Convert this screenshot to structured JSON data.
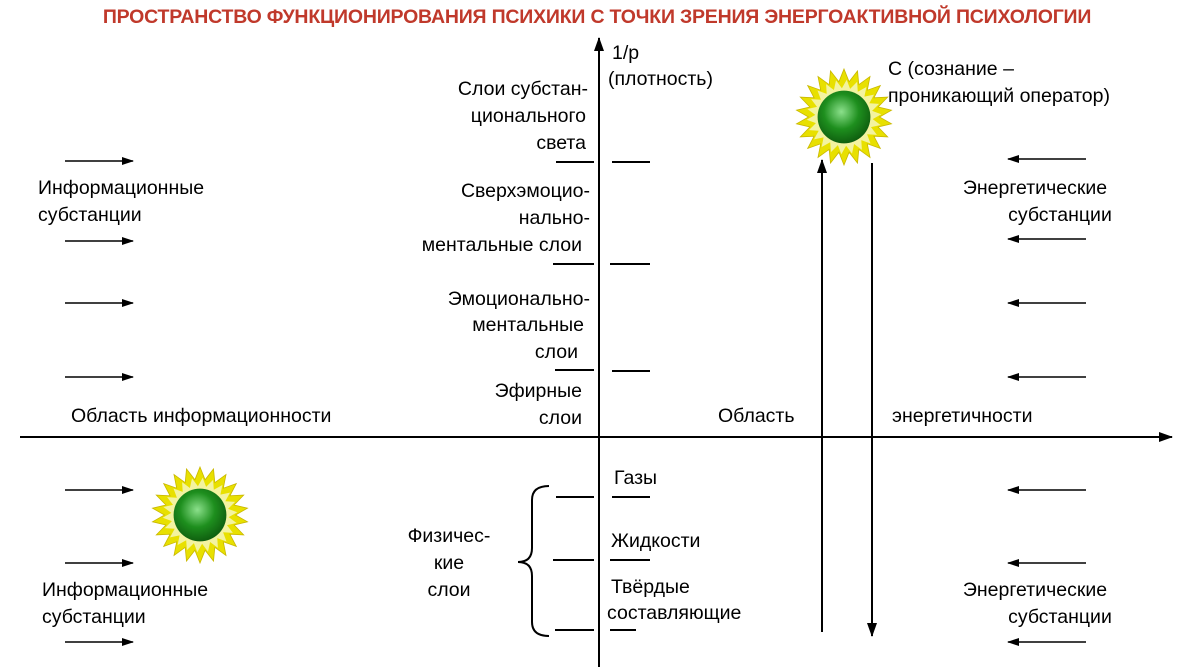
{
  "title": "ПРОСТРАНСТВО ФУНКЦИОНИРОВАНИЯ ПСИХИКИ С ТОЧКИ ЗРЕНИЯ ЭНЕРГОАКТИВНОЙ ПСИХОЛОГИИ",
  "colors": {
    "title": "#c0392b",
    "sun_core": "#1e8f1e",
    "sun_mid": "#f3f3a0",
    "sun_rays": "#e8e000"
  },
  "axis": {
    "y_label_1": "1/р",
    "y_label_2": "(плотность)"
  },
  "consciousness": {
    "line1": "С (сознание –",
    "line2": "проникающий оператор)"
  },
  "upper_layers": {
    "substantial_light": [
      "Слои субстан-",
      "ционального",
      "света"
    ],
    "super_emotional_mental": [
      "Сверхэмоцио-",
      "нально-",
      "ментальные слои"
    ],
    "emotional_mental": [
      "Эмоционально-",
      "ментальные",
      "слои"
    ],
    "ether": [
      "Эфирные",
      "слои"
    ]
  },
  "areas": {
    "information": "Область информационности",
    "energy_left": "Область",
    "energy_right": "энергетичности"
  },
  "substances": {
    "info_1": "Информационные",
    "info_2": "субстанции",
    "energy_1": "Энергетические",
    "energy_2": "субстанции"
  },
  "physical": {
    "label": [
      "Физичес-",
      "кие",
      "слои"
    ],
    "gases": "Газы",
    "liquids": "Жидкости",
    "solids_1": "Твёрдые",
    "solids_2": "составляющие"
  }
}
